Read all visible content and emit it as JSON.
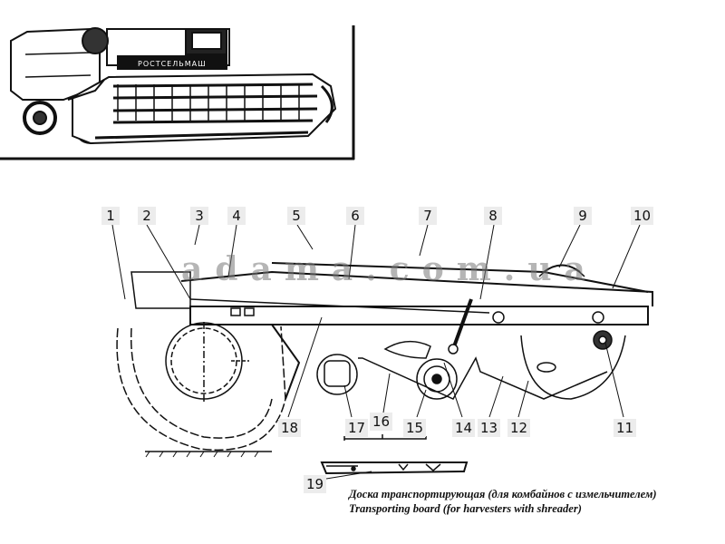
{
  "diagram": {
    "title_image": "combine-harvester-with-header",
    "machine_badge": "РОСТСЕЛЬМАШ",
    "watermark": "adama.com.ua",
    "callouts": [
      {
        "id": "1",
        "label": "1"
      },
      {
        "id": "2",
        "label": "2"
      },
      {
        "id": "3",
        "label": "3"
      },
      {
        "id": "4",
        "label": "4"
      },
      {
        "id": "5",
        "label": "5"
      },
      {
        "id": "6",
        "label": "6"
      },
      {
        "id": "7",
        "label": "7"
      },
      {
        "id": "8",
        "label": "8"
      },
      {
        "id": "9",
        "label": "9"
      },
      {
        "id": "10",
        "label": "10"
      },
      {
        "id": "11",
        "label": "11"
      },
      {
        "id": "12",
        "label": "12"
      },
      {
        "id": "13",
        "label": "13"
      },
      {
        "id": "14",
        "label": "14"
      },
      {
        "id": "15",
        "label": "15"
      },
      {
        "id": "16",
        "label": "16"
      },
      {
        "id": "17",
        "label": "17"
      },
      {
        "id": "18",
        "label": "18"
      },
      {
        "id": "19",
        "label": "19"
      }
    ],
    "caption": {
      "ru": "Доска транспортирующая (для комбайнов с измельчителем)",
      "en": "Transporting board (for harvesters with shreader)"
    }
  }
}
